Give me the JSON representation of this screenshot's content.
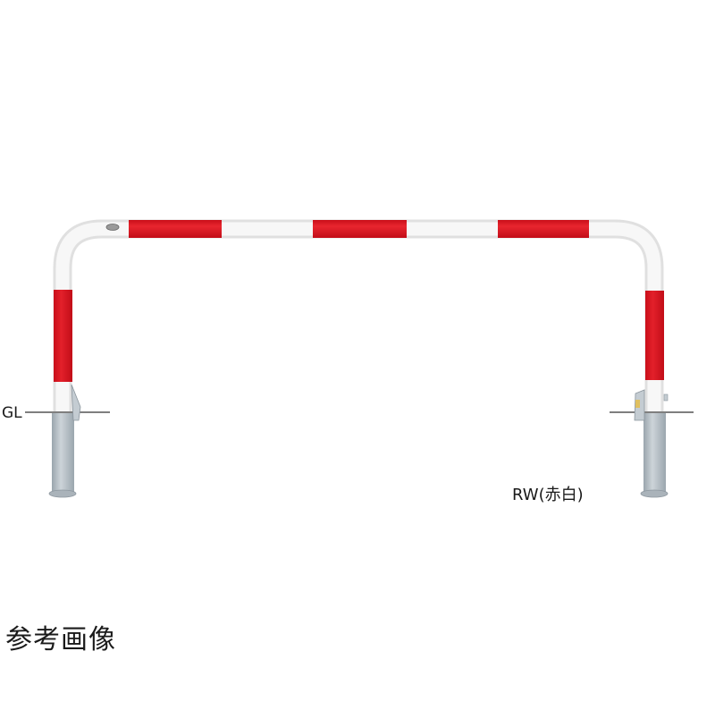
{
  "product": {
    "model_label": "RW(赤白)",
    "ground_level_label": "GL",
    "caption": "参考画像"
  },
  "colors": {
    "red": "#d9141f",
    "white": "#f4f4f4",
    "galvanized": "#b9c2c8",
    "line": "#555555",
    "text": "#1a1a1a"
  }
}
